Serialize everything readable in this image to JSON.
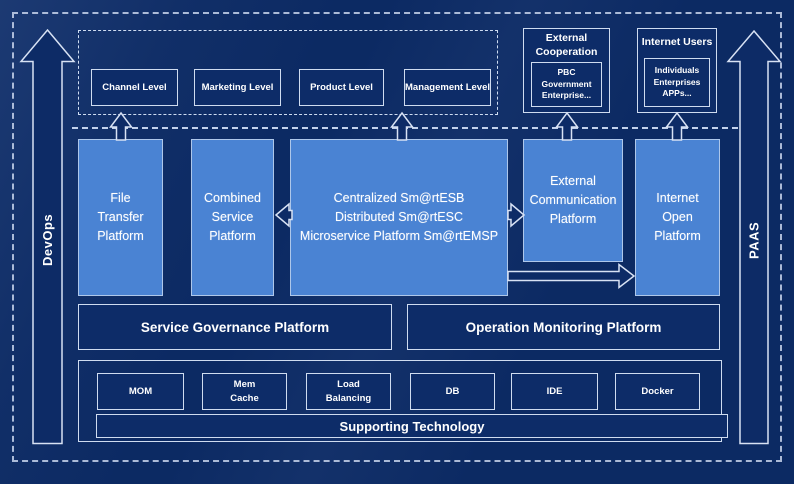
{
  "side_rails": {
    "devops_label": "DevOps",
    "paas_label": "PAAS"
  },
  "levels_band": {
    "items": [
      {
        "label": "Channel Level"
      },
      {
        "label": "Marketing Level"
      },
      {
        "label": "Product Level"
      },
      {
        "label": "Management Level"
      }
    ]
  },
  "external_cooperation": {
    "title": "External\nCooperation",
    "content": "PBC Government\nEnterprise..."
  },
  "internet_users": {
    "title": "Internet Users",
    "content": "Individuals\nEnterprises\nAPPs..."
  },
  "platforms": {
    "file_transfer": "File\nTransfer\nPlatform",
    "combined_service": "Combined\nService\nPlatform",
    "esb_suite": "Centralized Sm@rtESB\nDistributed Sm@rtESC\nMicroservice Platform Sm@rtEMSP",
    "external_communication": "External\nCommunication\nPlatform",
    "internet_open": "Internet\nOpen\nPlatform"
  },
  "governance_row": {
    "service_governance": "Service Governance Platform",
    "operation_monitoring": "Operation Monitoring Platform"
  },
  "supporting_section": {
    "title": "Supporting Technology",
    "items": [
      {
        "label": "MOM"
      },
      {
        "label": "Mem\nCache"
      },
      {
        "label": "Load\nBalancing"
      },
      {
        "label": "DB"
      },
      {
        "label": "IDE"
      },
      {
        "label": "Docker"
      }
    ]
  },
  "colors": {
    "background": "#0c2a63",
    "platform_blue": "#4a83d3",
    "line_light": "#d8e2f4",
    "text": "#ffffff"
  }
}
